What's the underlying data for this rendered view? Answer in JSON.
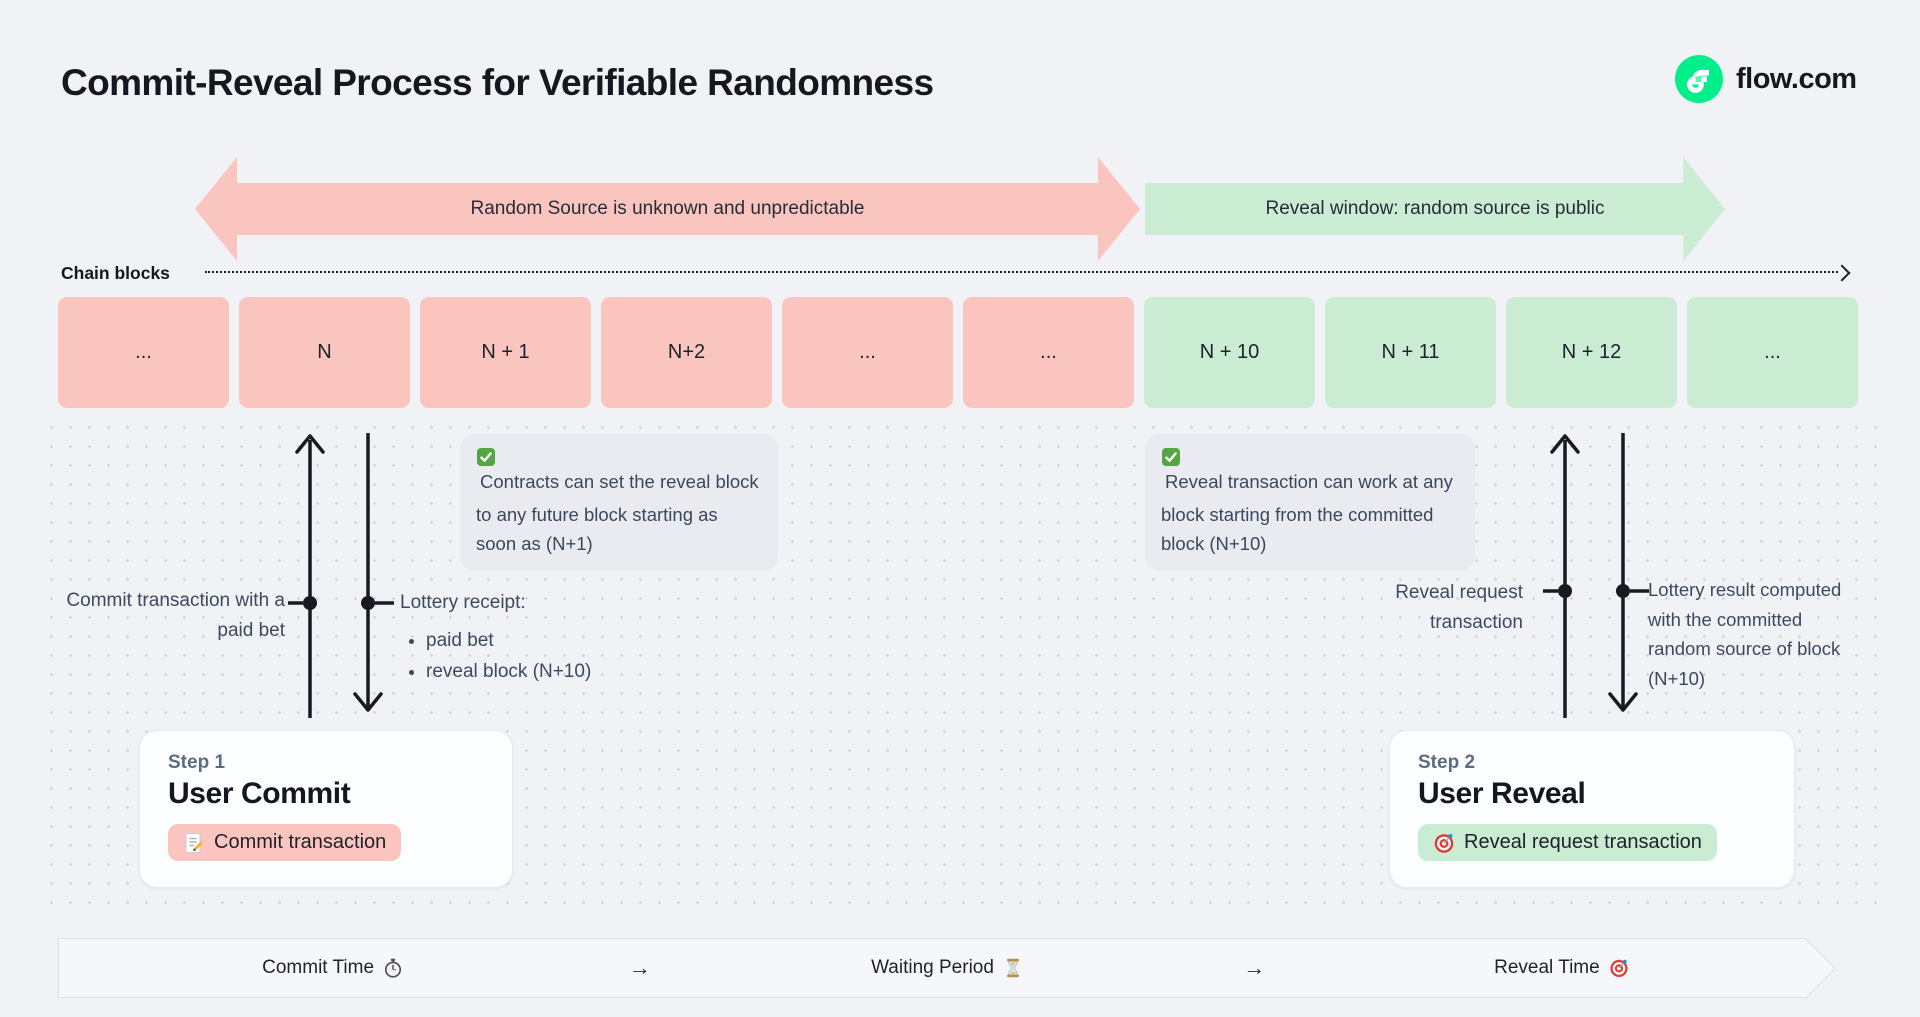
{
  "header": {
    "title": "Commit-Reveal Process for Verifiable Randomness",
    "brand": "flow.com"
  },
  "phase_arrows": {
    "commit_label": "Random Source is unknown and unpredictable",
    "reveal_label": "Reveal window: random source is public"
  },
  "chain": {
    "label": "Chain blocks",
    "blocks": [
      {
        "label": "...",
        "phase": "commit"
      },
      {
        "label": "N",
        "phase": "commit"
      },
      {
        "label": "N + 1",
        "phase": "commit"
      },
      {
        "label": "N+2",
        "phase": "commit"
      },
      {
        "label": "...",
        "phase": "commit"
      },
      {
        "label": "...",
        "phase": "commit"
      },
      {
        "label": "N + 10",
        "phase": "reveal"
      },
      {
        "label": "N + 11",
        "phase": "reveal"
      },
      {
        "label": "N + 12",
        "phase": "reveal"
      },
      {
        "label": "...",
        "phase": "reveal"
      }
    ]
  },
  "notes": {
    "commit_note": "Contracts can set the reveal block to any future block starting as soon as (N+1)",
    "reveal_note": "Reveal transaction can work at any block starting from the committed block (N+10)",
    "icon": "check-icon"
  },
  "annotations": {
    "commit_tx": "Commit transaction with a paid bet",
    "lottery_receipt_title": "Lottery receipt:",
    "lottery_receipt_items": [
      "paid bet",
      "reveal block (N+10)"
    ],
    "reveal_request": "Reveal request transaction",
    "lottery_result": "Lottery result computed with the committed random source of block (N+10)"
  },
  "steps": {
    "step1": {
      "kicker": "Step 1",
      "title": "User Commit",
      "action": "Commit transaction",
      "icon": "memo-icon"
    },
    "step2": {
      "kicker": "Step 2",
      "title": "User Reveal",
      "action": "Reveal request transaction",
      "icon": "target-icon"
    }
  },
  "timeline": {
    "commit_label": "Commit Time",
    "waiting_label": "Waiting Period",
    "reveal_label": "Reveal Time",
    "arrow": "→",
    "icons": [
      "stopwatch-icon",
      "hourglass-icon",
      "target-icon"
    ]
  },
  "colors": {
    "commit_phase": "#fac4bf",
    "reveal_phase": "#c9ecd3",
    "brand_green": "#00ef8b",
    "note_bg": "#e9ebf1",
    "text_dark": "#15181e",
    "text_slate": "#3d4a5e"
  }
}
